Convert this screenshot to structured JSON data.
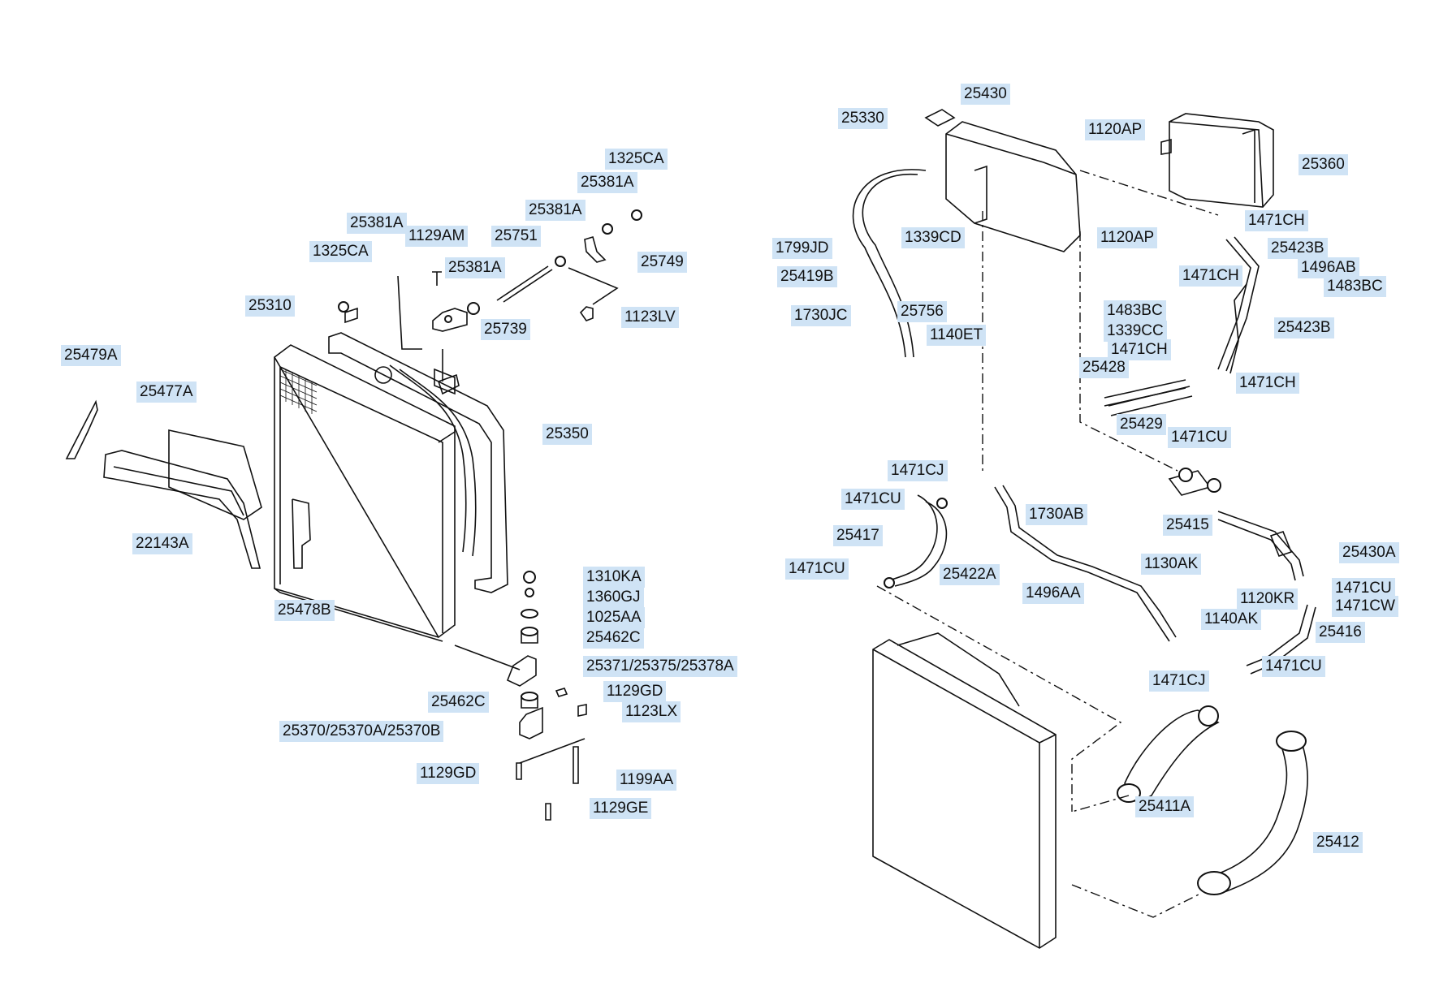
{
  "parts": [
    "1325CA",
    "25381A",
    "25381A",
    "25381A",
    "25381A",
    "1129AM",
    "25751",
    "25749",
    "1325CA",
    "1123LV",
    "25739",
    "25310",
    "25479A",
    "25477A",
    "25350",
    "22143A",
    "25478B",
    "1310KA",
    "1360GJ",
    "1025AA",
    "25462C",
    "25371/25375/25378A",
    "25462C",
    "1129GD",
    "1123LX",
    "25370/25370A/25370B",
    "1129GD",
    "1199AA",
    "1129GE",
    "25330",
    "25430",
    "1120AP",
    "25360",
    "1799JD",
    "1339CD",
    "1120AP",
    "1471CH",
    "25423B",
    "25419B",
    "25756",
    "1471CH",
    "1496AB",
    "1483BC",
    "1730JC",
    "1140ET",
    "1483BC",
    "1339CC",
    "25423B",
    "1471CH",
    "25428",
    "1471CH",
    "25429",
    "1471CU",
    "1471CJ",
    "1471CU",
    "1730AB",
    "25415",
    "25417",
    "25430A",
    "1471CU",
    "25422A",
    "1130AK",
    "1496AA",
    "1120KR",
    "1471CU",
    "1471CW",
    "1140AK",
    "25416",
    "1471CJ",
    "1471CU",
    "25411A",
    "25412"
  ]
}
